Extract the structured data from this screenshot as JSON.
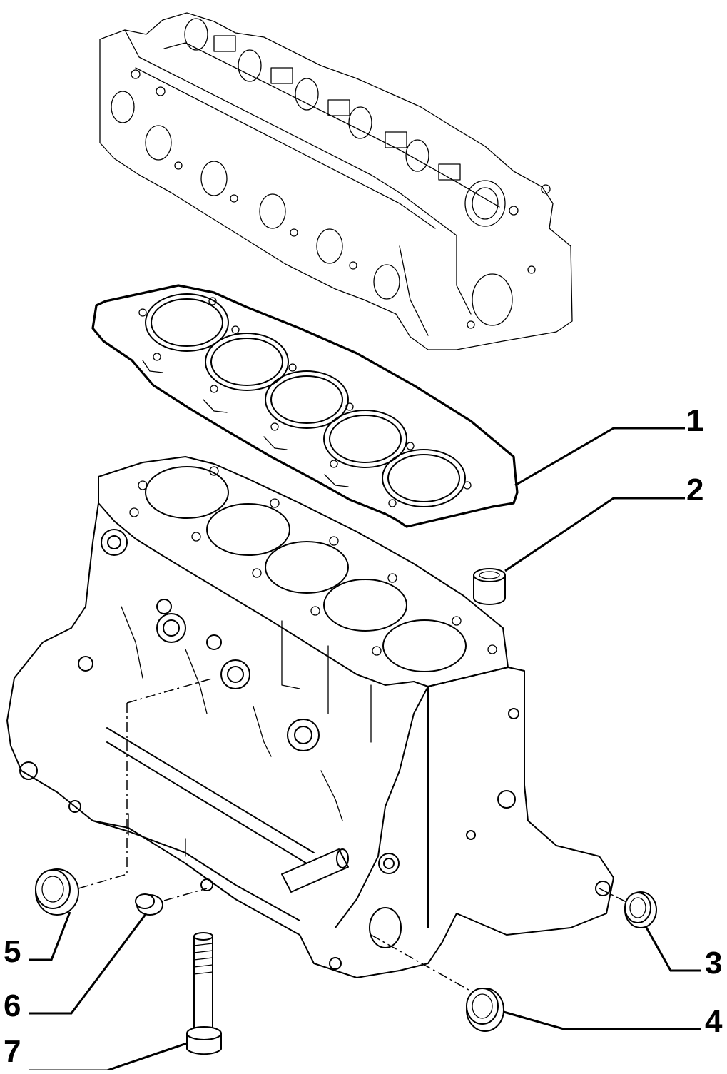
{
  "callouts": [
    {
      "id": "1",
      "label": "1"
    },
    {
      "id": "2",
      "label": "2"
    },
    {
      "id": "3",
      "label": "3"
    },
    {
      "id": "4",
      "label": "4"
    },
    {
      "id": "5",
      "label": "5"
    },
    {
      "id": "6",
      "label": "6"
    },
    {
      "id": "7",
      "label": "7"
    }
  ],
  "parts": {
    "cylinder_head": {
      "icon": "cylinder-head-icon"
    },
    "head_gasket": {
      "icon": "head-gasket-icon"
    },
    "engine_block": {
      "icon": "engine-block-icon"
    },
    "bushing": {
      "icon": "bushing-icon"
    },
    "plug": {
      "icon": "plug-icon"
    },
    "bolt": {
      "icon": "bolt-icon"
    }
  }
}
